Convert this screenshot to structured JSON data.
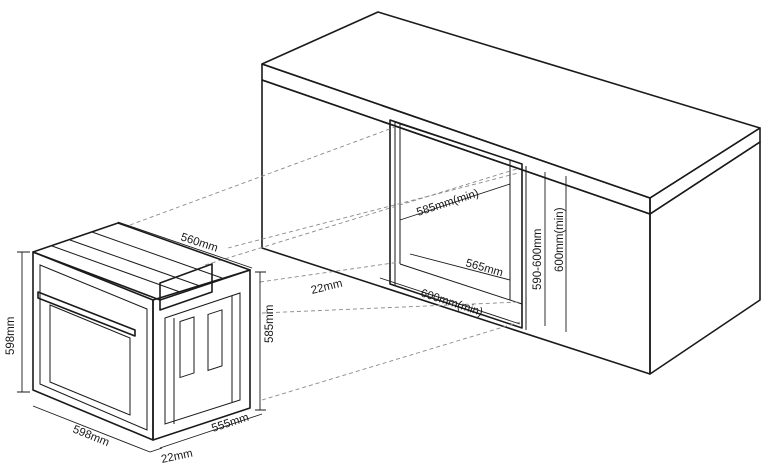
{
  "colors": {
    "line": "#1a1a1a",
    "dashed": "#8a8a8a",
    "background": "#ffffff",
    "cabinet_shade": "#f4f4f4"
  },
  "labels": {
    "oven_width": "560mm",
    "oven_height_front": "598mm",
    "oven_width_front": "598mm",
    "oven_depth": "555mm",
    "door_thickness": "22mm",
    "oven_body_height": "585mm",
    "niche_depth_top": "585mm(min)",
    "niche_depth_bottom": "565mm",
    "niche_front_offset": "22mm",
    "niche_width": "600mm(min)",
    "niche_height_range": "590-600mm",
    "niche_height_min": "600mm(min)"
  }
}
